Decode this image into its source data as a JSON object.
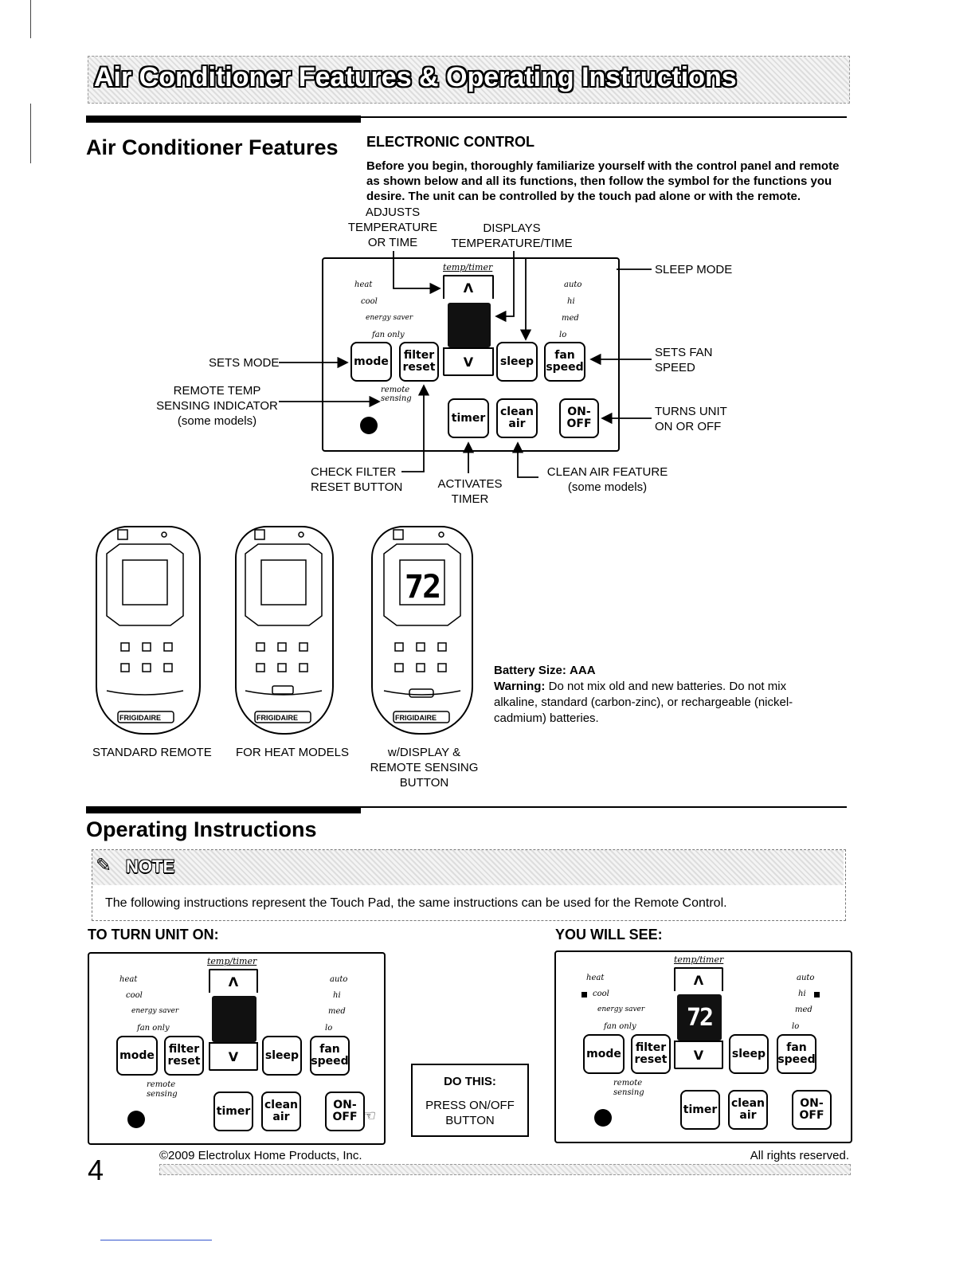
{
  "header": {
    "title": "Air Conditioner Features & Operating Instructions"
  },
  "features": {
    "heading": "Air Conditioner Features",
    "subheading": "ELECTRONIC CONTROL",
    "intro": "Before you begin, thoroughly familiarize yourself with the control panel and remote as shown below and all its functions, then follow the symbol for the functions you desire. The unit can be controlled by the touch pad alone or with the remote."
  },
  "callouts": {
    "adjusts_1": "ADJUSTS",
    "adjusts_2": "TEMPERATURE",
    "adjusts_3": "OR TIME",
    "displays_1": "DISPLAYS",
    "displays_2": "TEMPERATURE/TIME",
    "sleep_mode": "SLEEP MODE",
    "sets_mode": "SETS MODE",
    "remote_temp_1": "REMOTE TEMP",
    "remote_temp_2": "SENSING INDICATOR",
    "remote_temp_3": "(some models)",
    "sets_fan_1": "SETS FAN",
    "sets_fan_2": "SPEED",
    "turns_unit_1": "TURNS UNIT",
    "turns_unit_2": "ON OR OFF",
    "check_filter_1": "CHECK FILTER",
    "check_filter_2": "RESET BUTTON",
    "activates_1": "ACTIVATES",
    "activates_2": "TIMER",
    "clean_air_1": "CLEAN AIR FEATURE",
    "clean_air_2": "(some models)"
  },
  "panel": {
    "temp_timer": "temp/timer",
    "up": "Λ",
    "down": "V",
    "modes": [
      "heat",
      "cool",
      "energy saver",
      "fan only"
    ],
    "speeds": [
      "auto",
      "hi",
      "med",
      "lo"
    ],
    "remote_sensing_1": "remote",
    "remote_sensing_2": "sensing",
    "buttons": {
      "mode": "mode",
      "filter_1": "filter",
      "filter_2": "reset",
      "sleep": "sleep",
      "fan_1": "fan",
      "fan_2": "speed",
      "timer": "timer",
      "clean_1": "clean",
      "clean_2": "air",
      "onoff_1": "ON-",
      "onoff_2": "OFF"
    },
    "display_value": "72"
  },
  "remotes": {
    "brand": "FRIGIDAIRE",
    "labels": {
      "standard": "STANDARD REMOTE",
      "heat": "FOR HEAT MODELS",
      "display_1": "w/DISPLAY &",
      "display_2": "REMOTE SENSING",
      "display_3": "BUTTON"
    },
    "display_value": "72"
  },
  "battery": {
    "size_label": "Battery Size:",
    "size_value": "AAA",
    "warning_label": "Warning:",
    "warning_text": "Do not mix old and new batteries. Do not mix alkaline, standard (carbon-zinc), or rechargeable (nickel-cadmium) batteries."
  },
  "operating": {
    "heading": "Operating Instructions",
    "note_title": "NOTE",
    "note_text": "The following instructions represent the Touch Pad, the same instructions can be used for the Remote Control.",
    "turn_on_heading": "TO TURN UNIT ON:",
    "you_will_see_heading": "YOU WILL SEE:",
    "do_this_title": "DO THIS:",
    "do_this_1": "PRESS ON/OFF",
    "do_this_2": "BUTTON"
  },
  "footer": {
    "page_number": "4",
    "copyright": "©2009 Electrolux Home Products, Inc.",
    "rights": "All rights reserved."
  }
}
